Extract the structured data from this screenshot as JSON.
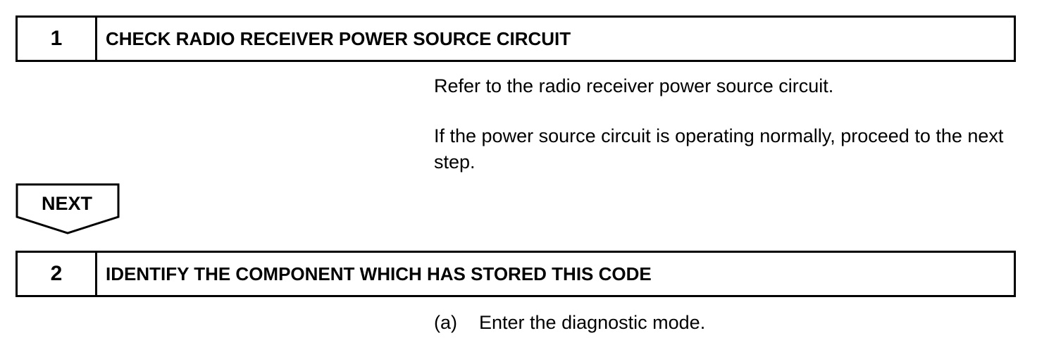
{
  "steps": [
    {
      "number": "1",
      "title": "CHECK RADIO RECEIVER POWER SOURCE CIRCUIT"
    },
    {
      "number": "2",
      "title": "IDENTIFY THE COMPONENT WHICH HAS STORED THIS CODE"
    }
  ],
  "step1_body": {
    "line1": "Refer to the radio receiver power source circuit.",
    "line2": "If the power source circuit is operating normally, proceed to the next step."
  },
  "next_label": "NEXT",
  "step2_body": {
    "marker": "(a)",
    "text": "Enter the diagnostic mode."
  }
}
